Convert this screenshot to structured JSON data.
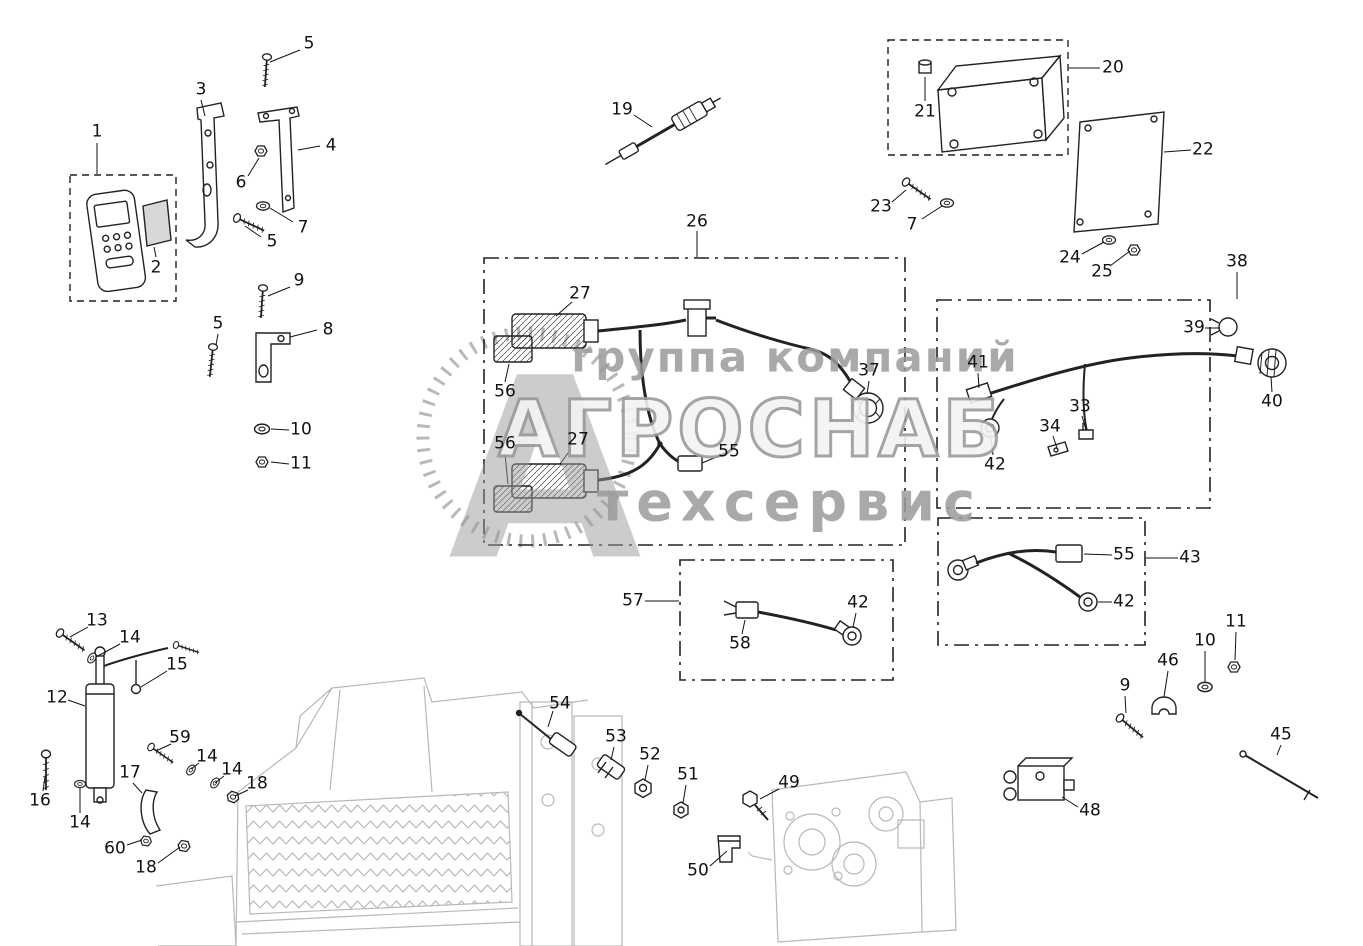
{
  "watermark": {
    "top_line": "группа компаний",
    "brand": "АГРОСНАБ",
    "bottom_line": "техсервис",
    "monogram": "А",
    "color": "#9b9b9b"
  },
  "part_labels": [
    {
      "text": "5"
    },
    {
      "text": "3"
    },
    {
      "text": "1"
    },
    {
      "text": "4"
    },
    {
      "text": "6"
    },
    {
      "text": "7"
    },
    {
      "text": "2"
    },
    {
      "text": "5"
    },
    {
      "text": "9"
    },
    {
      "text": "5"
    },
    {
      "text": "8"
    },
    {
      "text": "10"
    },
    {
      "text": "11"
    },
    {
      "text": "19"
    },
    {
      "text": "20"
    },
    {
      "text": "21"
    },
    {
      "text": "22"
    },
    {
      "text": "23"
    },
    {
      "text": "7"
    },
    {
      "text": "24"
    },
    {
      "text": "25"
    },
    {
      "text": "26"
    },
    {
      "text": "27"
    },
    {
      "text": "56"
    },
    {
      "text": "56"
    },
    {
      "text": "27"
    },
    {
      "text": "55"
    },
    {
      "text": "37"
    },
    {
      "text": "38"
    },
    {
      "text": "39"
    },
    {
      "text": "40"
    },
    {
      "text": "41"
    },
    {
      "text": "33"
    },
    {
      "text": "34"
    },
    {
      "text": "42"
    },
    {
      "text": "55"
    },
    {
      "text": "43"
    },
    {
      "text": "42"
    },
    {
      "text": "57"
    },
    {
      "text": "42"
    },
    {
      "text": "58"
    },
    {
      "text": "13"
    },
    {
      "text": "14"
    },
    {
      "text": "15"
    },
    {
      "text": "12"
    },
    {
      "text": "59"
    },
    {
      "text": "14"
    },
    {
      "text": "14"
    },
    {
      "text": "18"
    },
    {
      "text": "17"
    },
    {
      "text": "16"
    },
    {
      "text": "14"
    },
    {
      "text": "60"
    },
    {
      "text": "18"
    },
    {
      "text": "54"
    },
    {
      "text": "53"
    },
    {
      "text": "52"
    },
    {
      "text": "51"
    },
    {
      "text": "49"
    },
    {
      "text": "50"
    },
    {
      "text": "9"
    },
    {
      "text": "46"
    },
    {
      "text": "10"
    },
    {
      "text": "11"
    },
    {
      "text": "45"
    },
    {
      "text": "48"
    }
  ]
}
